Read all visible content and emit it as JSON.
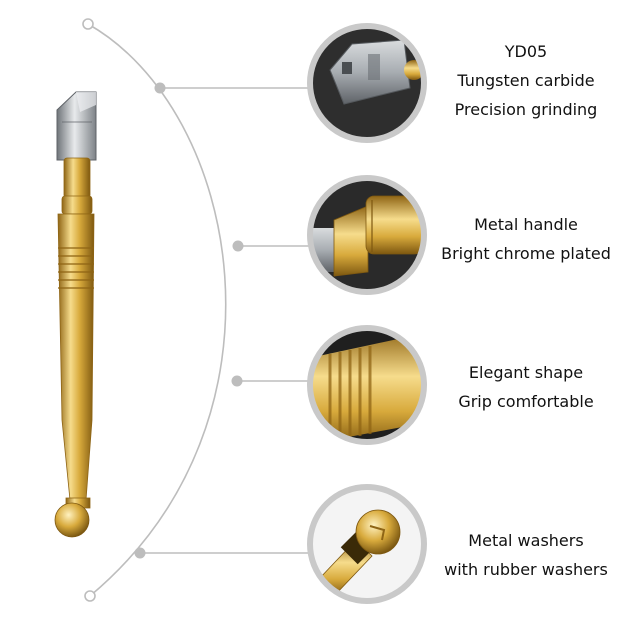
{
  "features": [
    {
      "lines": [
        "YD05",
        "Tungsten carbide",
        "Precision grinding"
      ],
      "icon": "cutting-head-closeup"
    },
    {
      "lines": [
        "Metal handle",
        "Bright chrome plated"
      ],
      "icon": "handle-collar-closeup"
    },
    {
      "lines": [
        "Elegant shape",
        "Grip comfortable"
      ],
      "icon": "grip-closeup"
    },
    {
      "lines": [
        "Metal washers",
        "with rubber washers"
      ],
      "icon": "end-cap-closeup"
    }
  ],
  "colors": {
    "gold": "#d8aa3c",
    "gold_light": "#f6dc8c",
    "gold_dark": "#8f6515",
    "steel": "#a8adb2",
    "line_gray": "#bdbdbd",
    "text": "#111111"
  }
}
